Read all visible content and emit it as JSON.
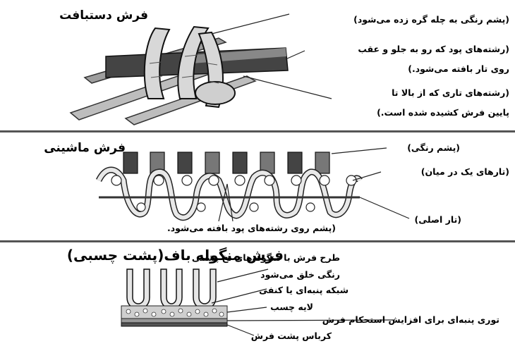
{
  "panel1": {
    "title": "فرش دستبافت",
    "label_wool": "(پشم رنگی به چله گره زده می‌شود)",
    "label_weft_line1": "(رشته‌های پود که رو به جلو و عقب",
    "label_weft_line2": "روی تار بافته می‌شود.)",
    "label_warp_line1": "(رشته‌های تاری که از بالا تا",
    "label_warp_line2": "پایین فرش کشیده شده است.)"
  },
  "panel2": {
    "title": "فرش ماشینی",
    "label_wool": "(پشم رنگی)",
    "label_middle_warp": "(تارهای یک در میان)",
    "label_main_warp": "(تار اصلی)",
    "label_wool_on_weft": "(پشم روی رشته‌های پود بافته می‌شود."
  },
  "panel3": {
    "title": "فرش منگوله باف(پشت چسبی)",
    "label_pattern_line1": "طرح فرش با منگوله‌های نخ پشمی",
    "label_pattern_line2": "رنگی خلق می‌شود",
    "label_mesh": "شبکه پنبه‌ای یا کنفی",
    "label_glue": "لایه چسب",
    "label_cotton_net": "توری پنبه‌ای برای افزایش استحکام فرش",
    "label_canvas": "کرباس پشت فرش"
  }
}
